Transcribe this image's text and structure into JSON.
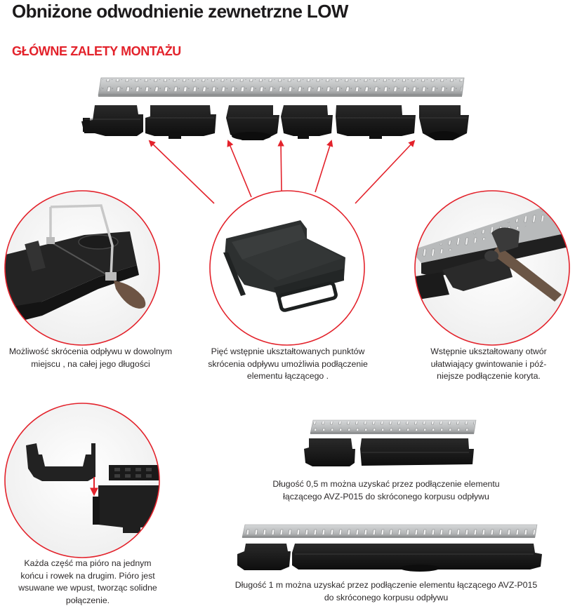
{
  "header": {
    "title": "Obniżone odwodnienie zewnetrzne LOW",
    "subtitle": "GŁÓWNE ZALETY MONTAŻU"
  },
  "colors": {
    "accent_red": "#e3222b",
    "title_text": "#1c1a1b",
    "body_text": "#2b2829",
    "grate_steel": "#b9bbbc",
    "channel_black": "#1a1a1a"
  },
  "features": [
    {
      "id": "cutting",
      "image": "hacksaw-cutting-channel",
      "caption_lines": [
        "Możliwość skrócenia odpływu w dowolnym",
        "miejscu , na całej jego długości"
      ]
    },
    {
      "id": "connector",
      "image": "connector-element",
      "caption_lines": [
        "Pięć wstępnie ukształtowanych punktów",
        "skrócenia odpływu umożliwia podłączenie",
        "elementu łączącego ."
      ]
    },
    {
      "id": "knockout",
      "image": "hammer-knockout-outlet",
      "caption_lines": [
        "Wstępnie ukształtowany otwór",
        "ułatwiający gwintowanie i póź-",
        "niejsze podłączenie koryta."
      ]
    },
    {
      "id": "tongue-groove",
      "image": "tongue-and-groove-joint",
      "caption_lines": [
        "Każda część ma pióro na jednym",
        "końcu i rowek na drugim. Pióro jest",
        "wsuwane we wpust, tworząc solidne",
        "połączenie."
      ]
    }
  ],
  "assemblies": [
    {
      "id": "half-meter",
      "image": "channel-0-5m-assembly",
      "caption_lines": [
        "Długość 0,5 m można uzyskać przez podłączenie elementu",
        "łączącego AVZ-P015 do skróconego korpusu odpływu"
      ]
    },
    {
      "id": "one-meter",
      "image": "channel-1m-assembly",
      "caption_lines": [
        "Długość 1 m można uzyskać przez podłączenie elementu łączącego AVZ-P015",
        "do skróconego korpusu odpływu"
      ]
    }
  ],
  "top_product": {
    "image": "exploded-channel-with-grate",
    "segments": 6,
    "cut_points": 5
  }
}
